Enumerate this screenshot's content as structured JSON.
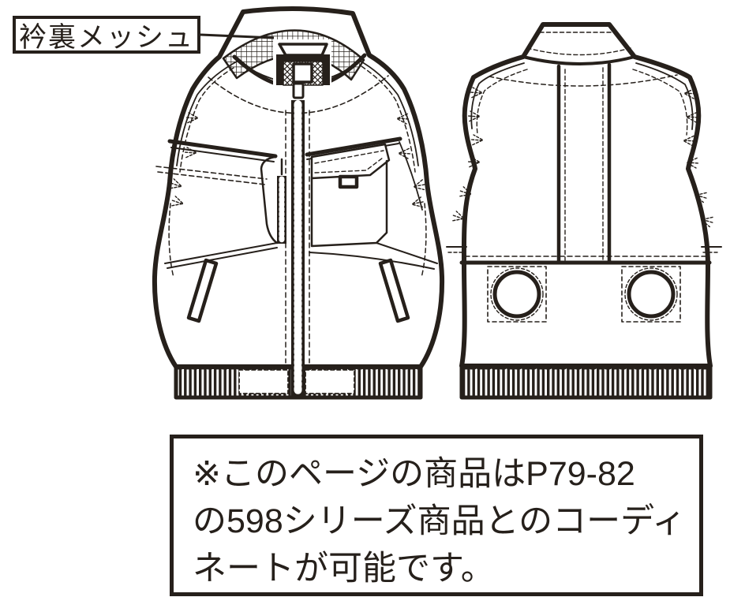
{
  "colors": {
    "ink": "#26201b",
    "paper": "#ffffff"
  },
  "callout": {
    "label": "衿裏メッシュ"
  },
  "note": {
    "lines": [
      "※このページの商品はP79-82",
      "の598シリーズ商品とのコーディ",
      "ネートが可能です。"
    ]
  }
}
